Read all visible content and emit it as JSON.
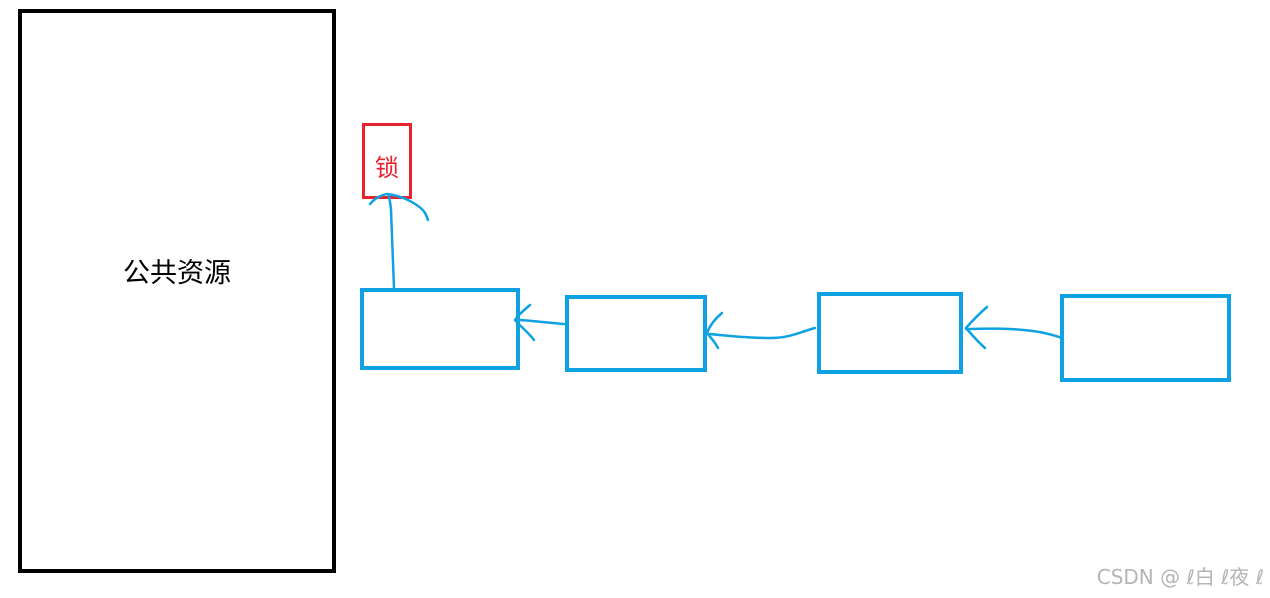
{
  "diagram": {
    "resource": {
      "label": "公共资源"
    },
    "lock": {
      "label": "锁"
    },
    "queue": {
      "node_count": 4
    },
    "colors": {
      "resource_border": "#000000",
      "lock": "#e8232e",
      "queue": "#0fa2e3",
      "watermark": "#b4b4b4"
    }
  },
  "watermark": {
    "text": "CSDN @ ℓ白 ℓ夜 ℓ"
  }
}
